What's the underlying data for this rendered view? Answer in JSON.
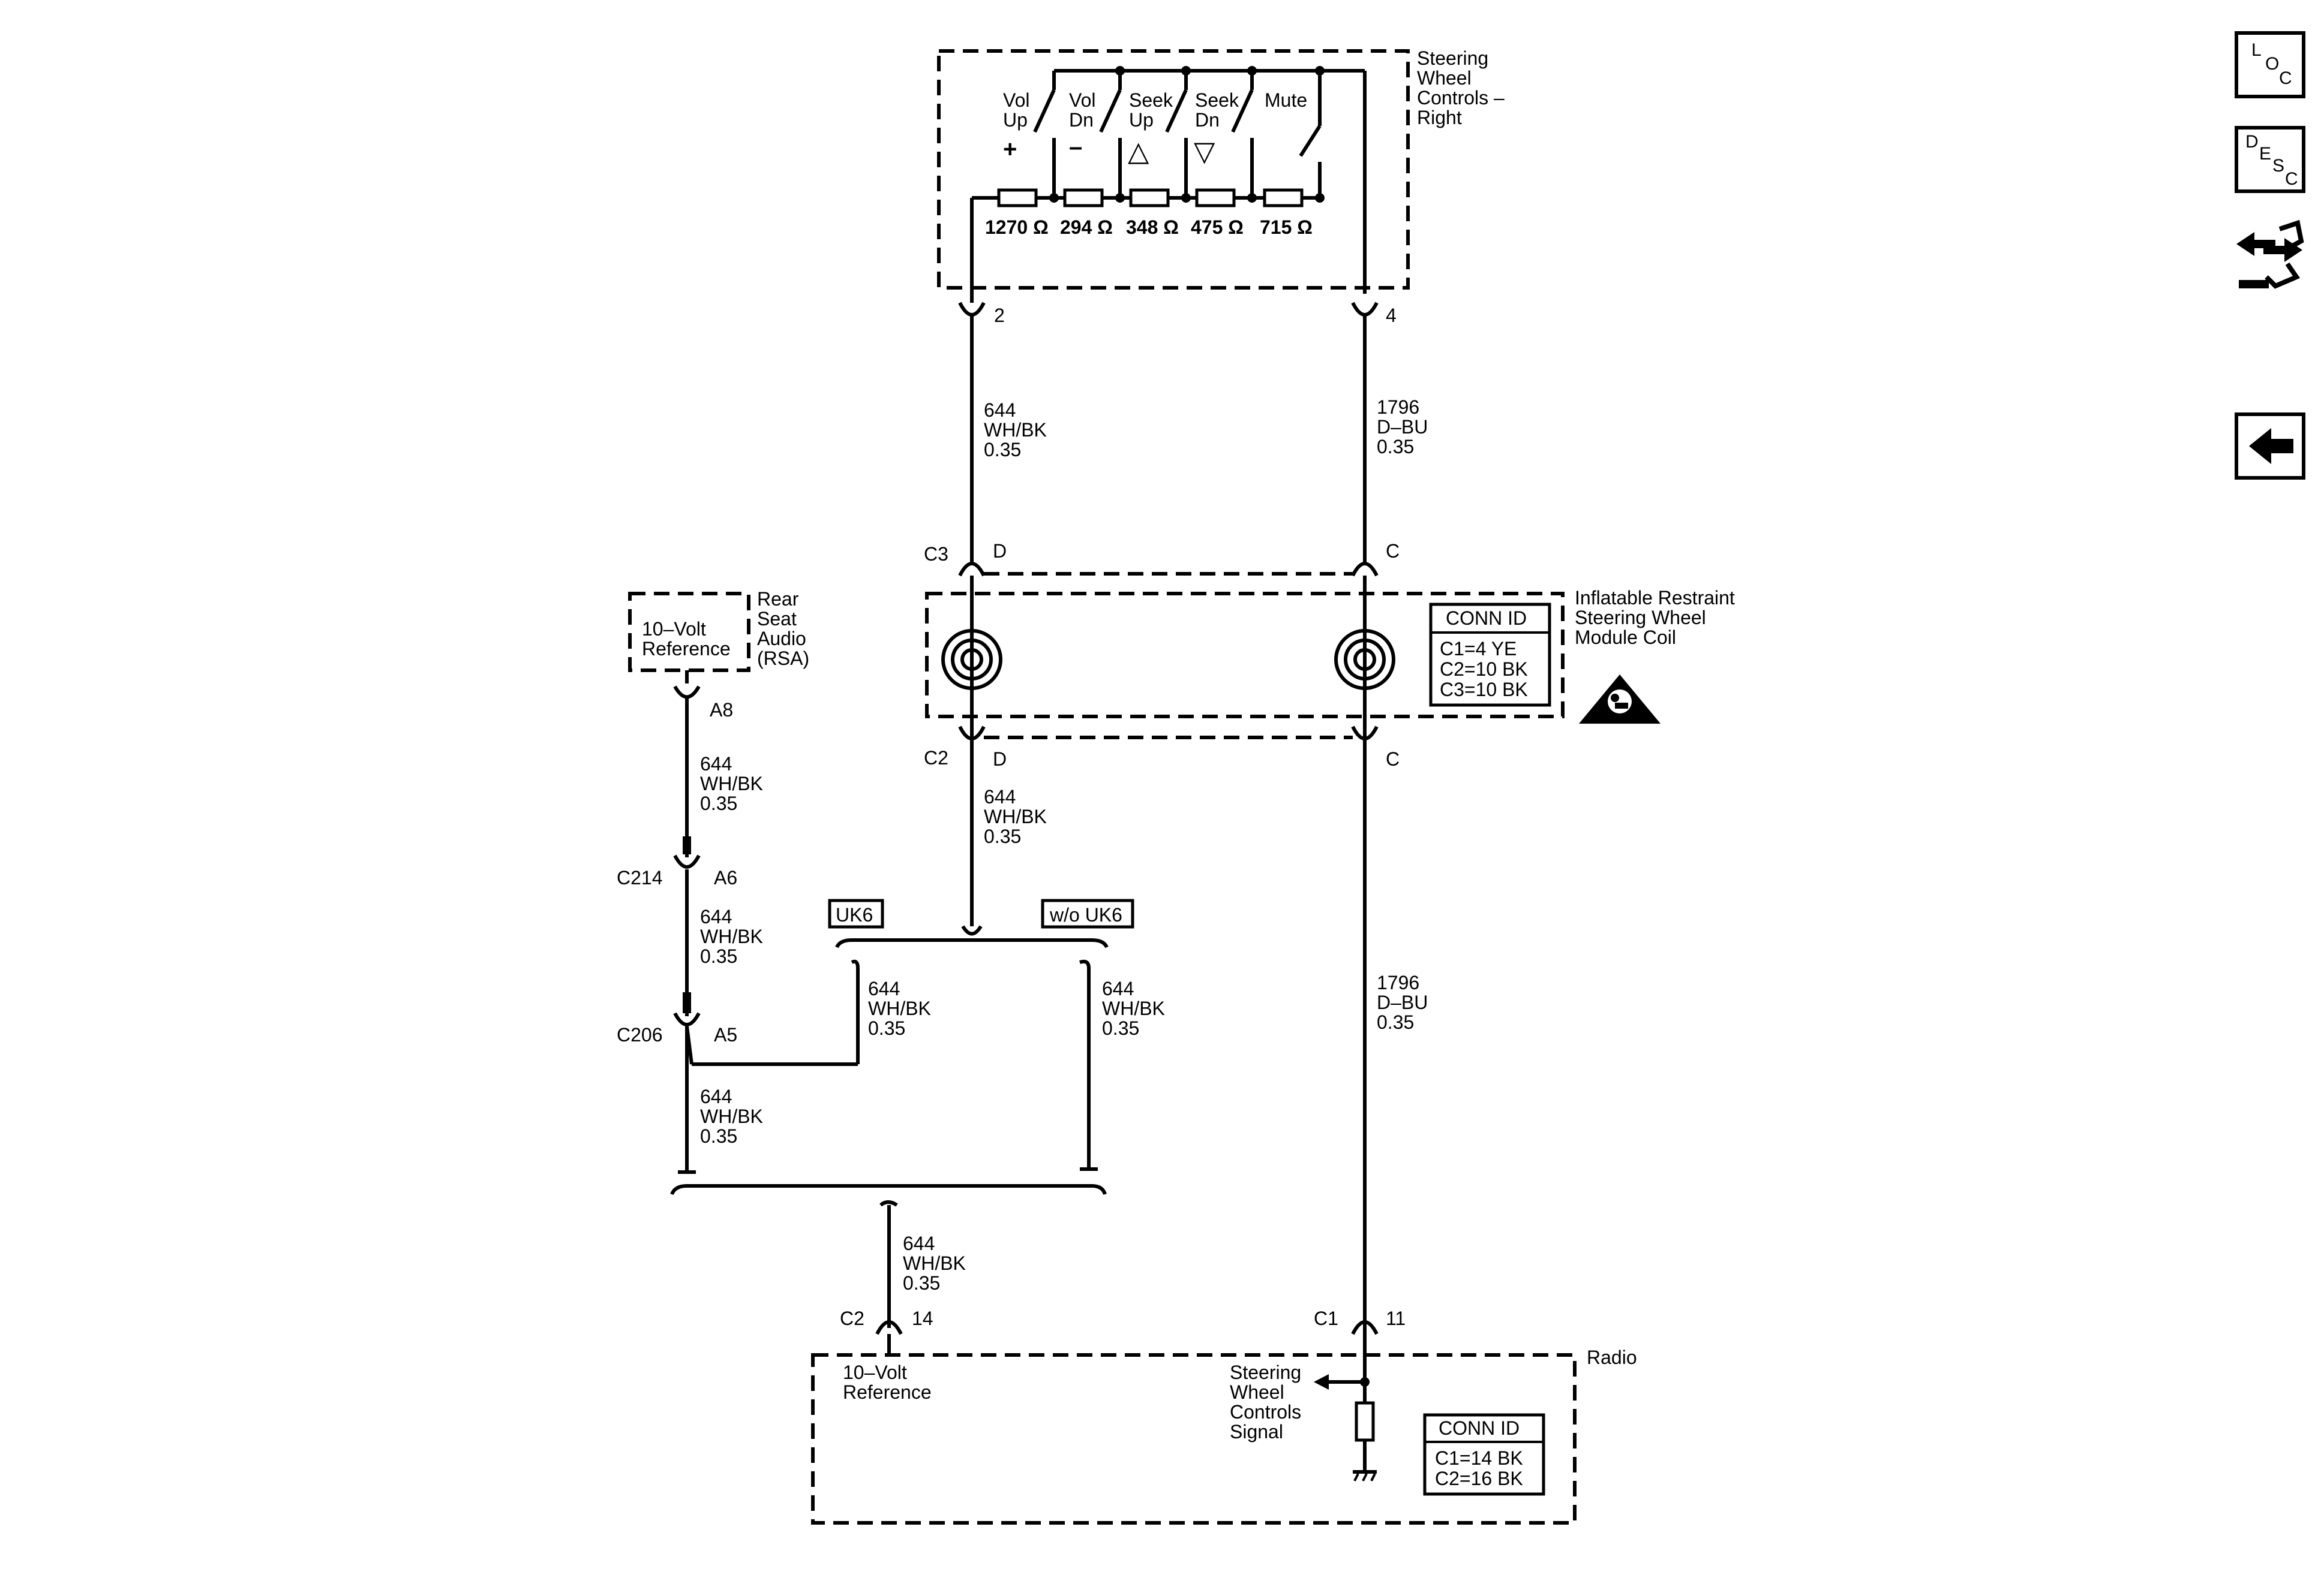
{
  "swc": {
    "title": [
      "Steering",
      "Wheel",
      "Controls –",
      "Right"
    ],
    "switches": [
      {
        "line1": "Vol",
        "line2": "Up",
        "symbol": "+"
      },
      {
        "line1": "Vol",
        "line2": "Dn",
        "symbol": "–"
      },
      {
        "line1": "Seek",
        "line2": "Up",
        "symbol": "△"
      },
      {
        "line1": "Seek",
        "line2": "Dn",
        "symbol": "▽"
      },
      {
        "line1": "Mute",
        "line2": "",
        "symbol": ""
      }
    ],
    "resistors": [
      "1270 Ω",
      "294 Ω",
      "348 Ω",
      "475 Ω",
      "715 Ω"
    ],
    "pins": {
      "left": "2",
      "right": "4"
    }
  },
  "wires": {
    "upper_left": [
      "644",
      "WH/BK",
      "0.35"
    ],
    "upper_right": [
      "1796",
      "D–BU",
      "0.35"
    ],
    "coil_below_left": [
      "644",
      "WH/BK",
      "0.35"
    ],
    "rsa_a8": [
      "644",
      "WH/BK",
      "0.35"
    ],
    "c214_c206": [
      "644",
      "WH/BK",
      "0.35"
    ],
    "uk6": [
      "644",
      "WH/BK",
      "0.35"
    ],
    "wo_uk6": [
      "644",
      "WH/BK",
      "0.35"
    ],
    "lower_right": [
      "1796",
      "D–BU",
      "0.35"
    ],
    "c206_down": [
      "644",
      "WH/BK",
      "0.35"
    ],
    "to_radio": [
      "644",
      "WH/BK",
      "0.35"
    ]
  },
  "coil": {
    "title": [
      "Inflatable Restraint",
      "Steering Wheel",
      "Module Coil"
    ],
    "conn_id_header": "CONN ID",
    "conn_ids": [
      "C1=4 YE",
      "C2=10 BK",
      "C3=10 BK"
    ],
    "c3": "C3",
    "c3_left_pin": "D",
    "c3_right_pin": "C",
    "c2": "C2",
    "c2_left_pin": "D",
    "c2_right_pin": "C"
  },
  "rsa": {
    "title": [
      "Rear",
      "Seat",
      "Audio",
      "(RSA)"
    ],
    "ref_label": [
      "10–Volt",
      "Reference"
    ],
    "pin": "A8"
  },
  "c214": {
    "name": "C214",
    "pin": "A6"
  },
  "c206": {
    "name": "C206",
    "pin": "A5"
  },
  "options": {
    "uk6": "UK6",
    "wo_uk6": "w/o UK6"
  },
  "radio": {
    "title": "Radio",
    "ref_label": [
      "10–Volt",
      "Reference"
    ],
    "signal_label": [
      "Steering",
      "Wheel",
      "Controls",
      "Signal"
    ],
    "conn_id_header": "CONN ID",
    "conn_ids": [
      "C1=14 BK",
      "C2=16 BK"
    ],
    "c2": "C2",
    "c2_pin": "14",
    "c1": "C1",
    "c1_pin": "11"
  },
  "side_icons": {
    "loc": [
      "L",
      "O",
      "C"
    ],
    "desc": [
      "D",
      "E",
      "S",
      "C"
    ],
    "icons": [
      "loc-icon",
      "desc-icon",
      "connector-route-icon",
      "back-arrow-icon"
    ]
  }
}
